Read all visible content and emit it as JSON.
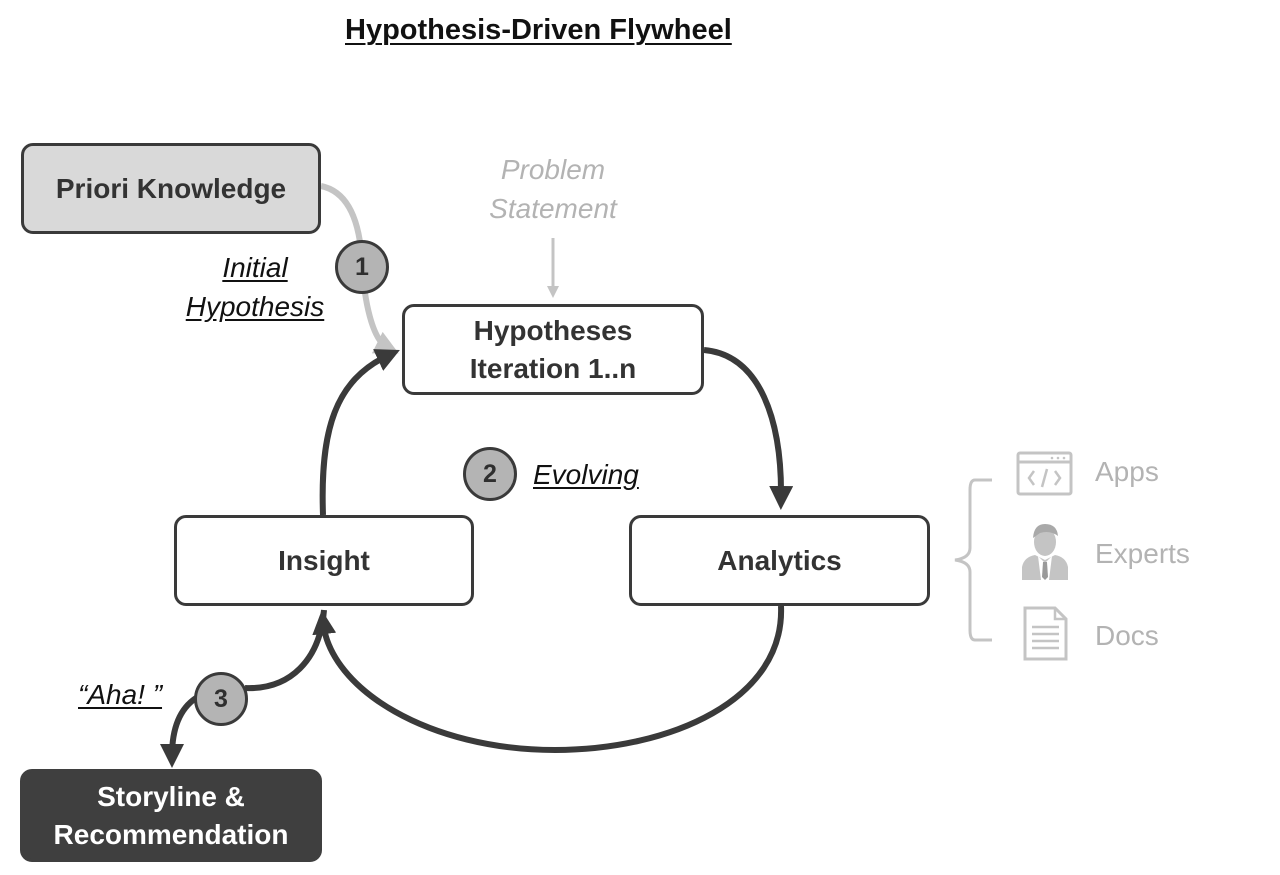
{
  "title": "Hypothesis-Driven Flywheel",
  "nodes": {
    "priori": "Priori Knowledge",
    "hypotheses": [
      "Hypotheses",
      "Iteration 1..n"
    ],
    "insight": "Insight",
    "analytics": "Analytics",
    "storyline": [
      "Storyline &",
      "Recommendation"
    ]
  },
  "problem_statement": [
    "Problem",
    "Statement"
  ],
  "steps": [
    {
      "number": "1",
      "label": [
        "Initial",
        "Hypothesis"
      ]
    },
    {
      "number": "2",
      "label": "Evolving"
    },
    {
      "number": "3",
      "label": "“Aha! ”"
    }
  ],
  "sources": [
    {
      "label": "Apps",
      "icon": "code-window-icon"
    },
    {
      "label": "Experts",
      "icon": "expert-person-icon"
    },
    {
      "label": "Docs",
      "icon": "document-icon"
    }
  ],
  "colors": {
    "dark": "#3a3a3a",
    "light_gray": "#c4c4c4",
    "faded_text": "#b3b3b3",
    "badge_fill": "#b4b4b4",
    "priori_fill": "#d9d9d9",
    "storyline_fill": "#3f3f3f"
  }
}
